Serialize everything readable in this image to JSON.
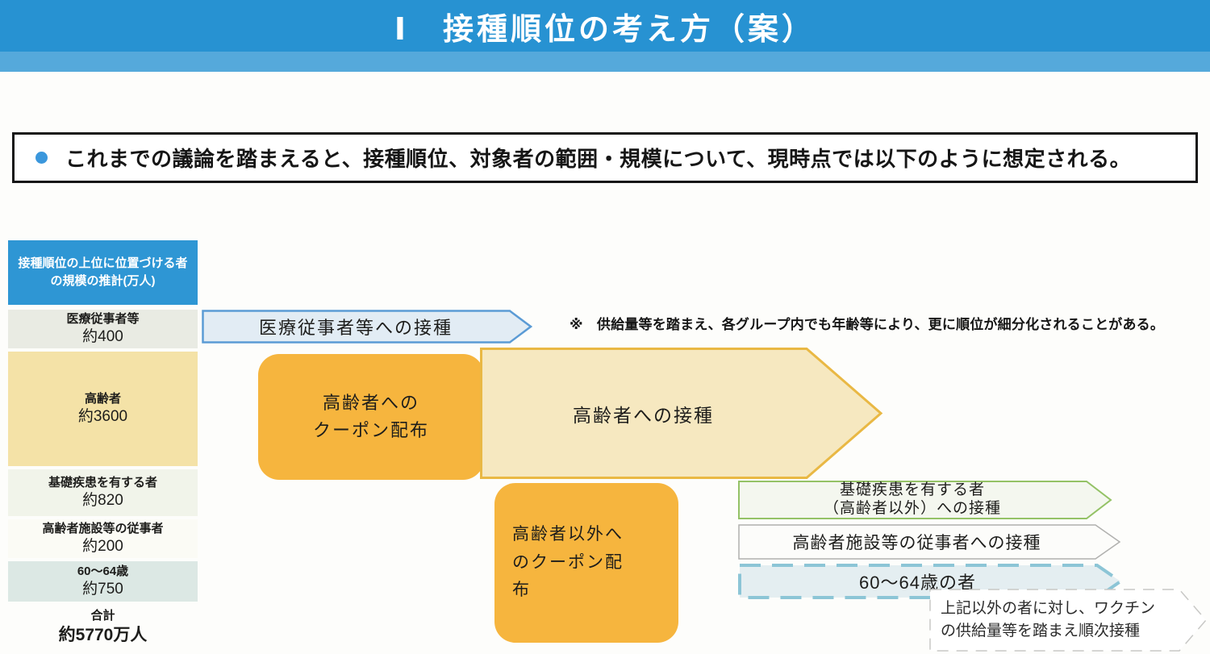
{
  "header": {
    "title": "Ⅰ　接種順位の考え方（案）"
  },
  "summary": {
    "text": "これまでの議論を踏まえると、接種順位、対象者の範囲・規模について、現時点では以下のように想定される。"
  },
  "note": "※　供給量等を踏まえ、各グループ内でも年齢等により、更に順位が細分化されることがある。",
  "table": {
    "header": "接種順位の上位に位置づける者の規模の推計(万人)",
    "rows": [
      {
        "label": "医療従事者等",
        "value": "約400"
      },
      {
        "label": "高齢者",
        "value": "約3600"
      },
      {
        "label": "基礎疾患を有する者",
        "value": "約820"
      },
      {
        "label": "高齢者施設等の従事者",
        "value": "約200"
      },
      {
        "label": "60～64歳",
        "value": "約750"
      },
      {
        "label": "合計",
        "value": "約5770万人"
      }
    ]
  },
  "flow": {
    "medical_arrow": "医療従事者等への接種",
    "elderly_coupon": "高齢者への\nクーポン配布",
    "elderly_vaccination": "高齢者への接種",
    "non_elderly_coupon": "高齢者以外へ\nのクーポン配\n布",
    "underlying_arrow": "基礎疾患を有する者\n（高齢者以外）への接種",
    "facility_arrow": "高齢者施設等の従事者への接種",
    "age60_arrow": "60～64歳の者",
    "others_note": "上記以外の者に対し、ワクチン\nの供給量等を踏まえ順次接種"
  },
  "colors": {
    "header_blue": "#2792d2",
    "header_sub_blue": "#55a9db",
    "table_header_blue": "#2e96d4",
    "cream": "#f4e2a7",
    "orange": "#f6b53e",
    "arrow_blue_border": "#5b9bd5",
    "arrow_green_border": "#94c266",
    "arrow_gray_border": "#b0b0ae",
    "arrow_dashed_blue": "#8cc5d6",
    "bullet_blue": "#3b97dc"
  }
}
